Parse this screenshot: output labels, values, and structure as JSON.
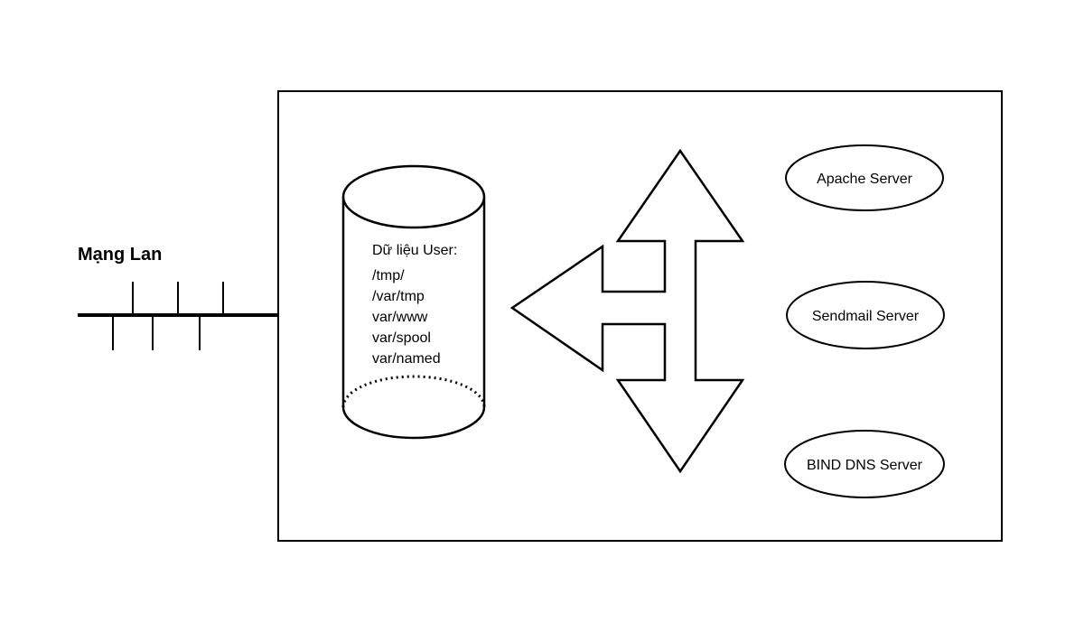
{
  "network": {
    "label": "Mạng Lan"
  },
  "database": {
    "title": "Dữ liệu User:",
    "paths": [
      "/tmp/",
      "/var/tmp",
      "var/www",
      "var/spool",
      "var/named"
    ]
  },
  "servers": [
    {
      "label": "Apache Server"
    },
    {
      "label": "Sendmail Server"
    },
    {
      "label": "BIND DNS Server"
    }
  ],
  "colors": {
    "stroke": "#000000",
    "background": "#ffffff"
  }
}
